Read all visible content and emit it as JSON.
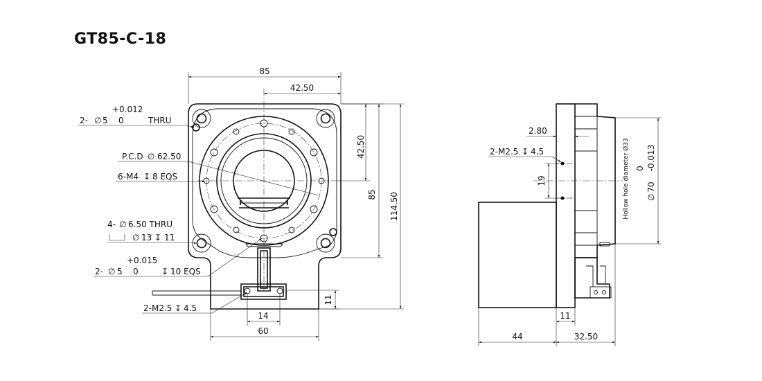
{
  "title": "GT85-C-18",
  "front_view": {
    "dim_width": "85",
    "dim_half_width": "42.50",
    "dim_half_height": "42.50",
    "dim_height": "85",
    "dim_total_height": "114.50",
    "hole_a": {
      "count": "2-",
      "dia": "5",
      "tol_upper": "+0.012",
      "tol_lower": "0",
      "suffix": "THRU"
    },
    "pcd": "P.C.D",
    "pcd_value": "62.50",
    "m4_label": "6-M4",
    "m4_depth": "8 EQS",
    "hole_b": {
      "count": "4-",
      "dia": "6.50 THRU",
      "cbore": "13",
      "cbore_depth": "11"
    },
    "hole_c": {
      "count": "2-",
      "dia": "5",
      "tol_upper": "+0.015",
      "tol_lower": "0",
      "depth": "10 EQS"
    },
    "m25_label": "2-M2.5",
    "m25_depth": "4.5",
    "dim_11": "11",
    "dim_14": "14",
    "dim_60": "60"
  },
  "side_view": {
    "dim_280": "2.80",
    "m25_label": "2-M2.5",
    "m25_depth": "4.5",
    "dim_19": "19",
    "hollow_label": "Hollow hole diameter Ø33",
    "dia_70_nominal": "70",
    "dia_70_upper": "0",
    "dia_70_lower": "-0.013",
    "dim_11": "11",
    "dim_44": "44",
    "dim_3250": "32.50"
  }
}
